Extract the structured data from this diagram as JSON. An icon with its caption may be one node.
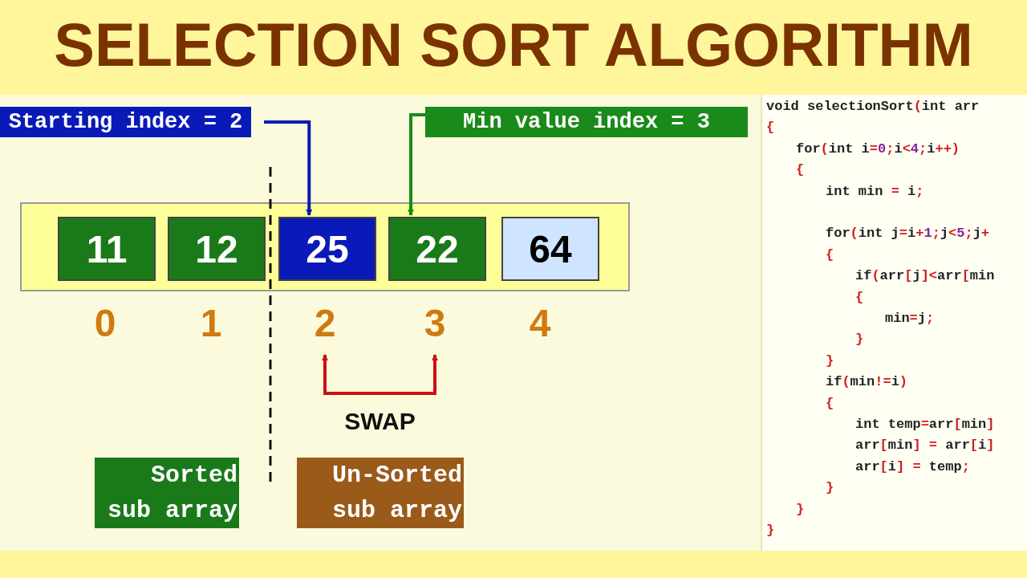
{
  "diagram": {
    "title": "SELECTION SORT ALGORITHM",
    "nodes": [
      {
        "text": [],
        "shape": "box"
      },
      {
        "text": [
          "11"
        ],
        "in": 0
      },
      {
        "text": [
          "12"
        ],
        "in": 0
      },
      {
        "text": [
          "25"
        ],
        "in": 0
      },
      {
        "text": [
          "22"
        ],
        "in": 0
      },
      {
        "text": [
          "64"
        ],
        "in": 0
      },
      {
        "text": [
          "0"
        ]
      },
      {
        "text": [
          "1"
        ]
      },
      {
        "text": [
          "2"
        ]
      },
      {
        "text": [
          "3"
        ]
      },
      {
        "text": [
          "4"
        ]
      },
      {
        "text": [
          "Starting index = 2"
        ]
      },
      {
        "text": [
          "Min value index = 3"
        ]
      },
      {
        "text": [
          "Sorted sub array"
        ]
      },
      {
        "text": [
          "Un-Sorted sub array"
        ]
      }
    ],
    "edges": [
      {
        "from": 11,
        "to": 3,
        "arrow": "to",
        "color": "#0a1ab8"
      },
      {
        "from": 12,
        "to": 4,
        "arrow": "to",
        "color": "#1a8a1a"
      },
      {
        "from": 8,
        "to": 9,
        "arrow": "both",
        "label": "SWAP",
        "color": "#cc1111"
      }
    ],
    "labels": [
      "void selectionSort(int arr",
      "{",
      "for(int i=0;i<4;i++)",
      "{",
      "int min = i;",
      "for(int j=i+1;j<5;j+",
      "{",
      "if(arr[j]<arr[min",
      "{",
      "min=j;",
      "}",
      "}",
      "if(min!=i)",
      "{",
      "int temp=arr[min]",
      "arr[min] = arr[i]",
      "arr[i] = temp;",
      "}",
      "}",
      "}"
    ]
  }
}
